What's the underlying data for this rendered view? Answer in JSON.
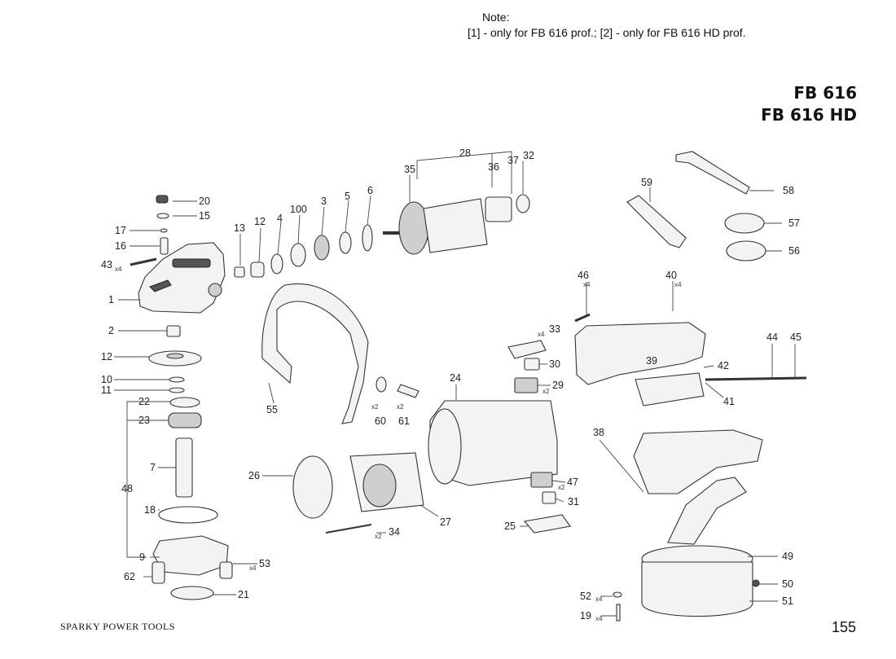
{
  "note": {
    "title": "Note:",
    "text": "[1] - only for FB 616 prof.; [2] - only for FB 616 HD prof."
  },
  "models": [
    "FB 616",
    "FB 616 HD"
  ],
  "footer": {
    "brand": "SPARKY POWER TOOLS",
    "page": "155"
  },
  "parts": {
    "p1": "1",
    "p2": "2",
    "p3": "3",
    "p4": "4",
    "p5": "5",
    "p6": "6",
    "p7": "7",
    "p9": "9",
    "p10": "10",
    "p11": "11",
    "p12a": "12",
    "p12b": "12",
    "p13": "13",
    "p15": "15",
    "p16": "16",
    "p17": "17",
    "p18": "18",
    "p19": "19",
    "p20": "20",
    "p21": "21",
    "p22": "22",
    "p23": "23",
    "p24": "24",
    "p25": "25",
    "p26": "26",
    "p27": "27",
    "p28": "28",
    "p29": "29",
    "p30": "30",
    "p31": "31",
    "p32": "32",
    "p33": "33",
    "p34": "34",
    "p35": "35",
    "p36": "36",
    "p37": "37",
    "p38": "38",
    "p39": "39",
    "p40": "40",
    "p41": "41",
    "p42": "42",
    "p43": "43",
    "p44": "44",
    "p45": "45",
    "p46": "46",
    "p47": "47",
    "p48": "48",
    "p49": "49",
    "p50": "50",
    "p51": "51",
    "p52": "52",
    "p53": "53",
    "p55": "55",
    "p56": "56",
    "p57": "57",
    "p58": "58",
    "p59": "59",
    "p60": "60",
    "p61": "61",
    "p62": "62",
    "p100": "100"
  },
  "quantities": {
    "q43": "x4",
    "q46": "x4",
    "q40": "x4",
    "q33": "x4",
    "q29": "x2",
    "q47": "x2",
    "q34": "x2",
    "q60": "x2",
    "q61": "x2",
    "q53": "x4",
    "q52": "x4",
    "q19": "x4"
  }
}
